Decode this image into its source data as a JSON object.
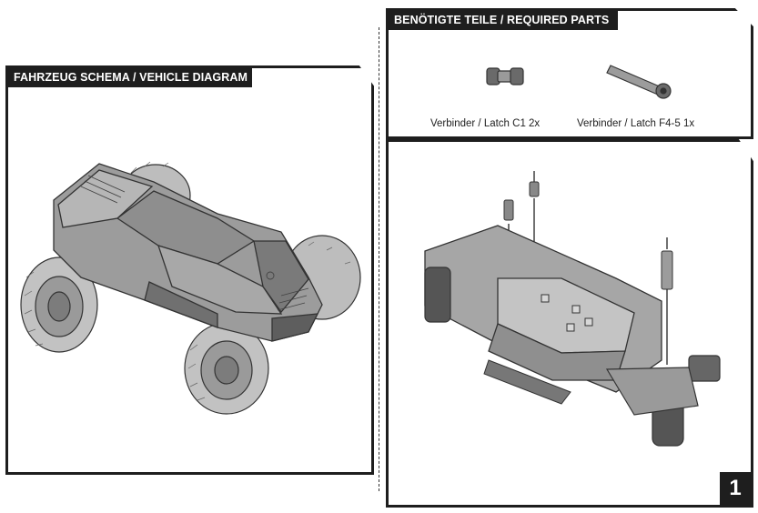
{
  "vehicle_panel": {
    "title": "FAHRZEUG SCHEMA / VEHICLE DIAGRAM"
  },
  "parts_panel": {
    "title": "BENÖTIGTE TEILE / REQUIRED PARTS",
    "parts": [
      {
        "label": "Verbinder / Latch C1 2x"
      },
      {
        "label": "Verbinder / Latch F4-5 1x"
      }
    ]
  },
  "step_panel": {
    "step_number": "1"
  }
}
